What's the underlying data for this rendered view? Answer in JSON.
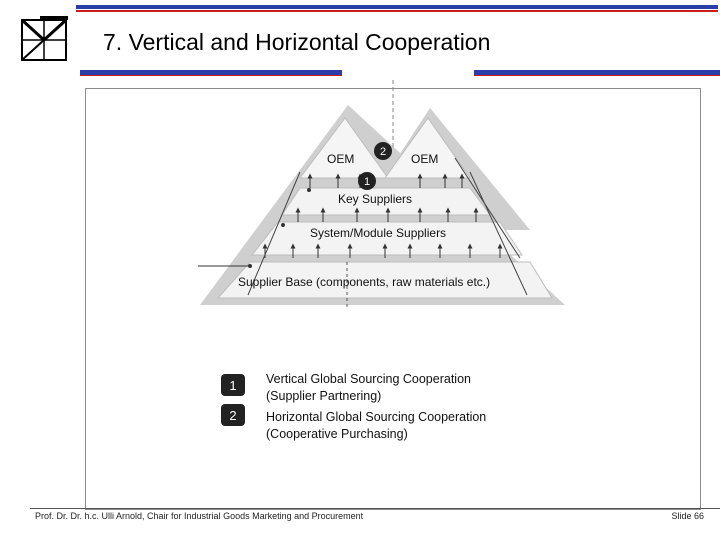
{
  "title": "7. Vertical and Horizontal Cooperation",
  "diagram": {
    "oem_left": "OEM",
    "oem_right": "OEM",
    "key_suppliers": "Key Suppliers",
    "system_module_suppliers": "System/Module Suppliers",
    "supplier_base": "Supplier Base (components, raw materials etc.)"
  },
  "legend": {
    "vertical_line1": "Vertical Global Sourcing Cooperation",
    "vertical_line2": "(Supplier Partnering)",
    "horizontal_line1": "Horizontal Global Sourcing Cooperation",
    "horizontal_line2": "(Cooperative Purchasing)"
  },
  "footer": {
    "author": "Prof. Dr. Dr. h.c. Ulli Arnold, Chair for Industrial Goods Marketing and Procurement",
    "slide": "Slide 66"
  },
  "colors": {
    "accent_blue": "#2b3ea8",
    "accent_red": "#cc1c1c"
  }
}
